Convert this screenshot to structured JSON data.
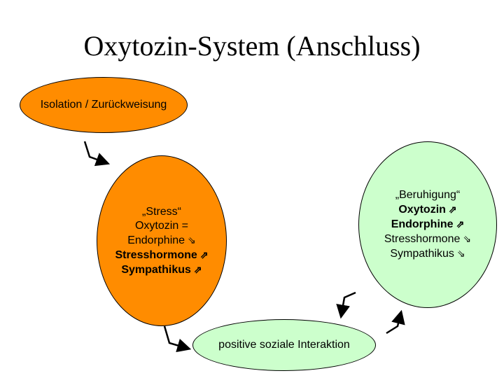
{
  "title": "Oxytozin-System (Anschluss)",
  "nodes": {
    "isolation": {
      "label": "Isolation / Zurückweisung"
    },
    "stress": {
      "lines": [
        {
          "text": "„Stress“",
          "arrow": "",
          "bold": false
        },
        {
          "text": "Oxytozin =",
          "arrow": "",
          "bold": false
        },
        {
          "text": "Endorphine",
          "arrow": "⇘",
          "bold": false
        },
        {
          "text": "Stresshormone",
          "arrow": "⇗",
          "bold": true
        },
        {
          "text": "Sympathikus",
          "arrow": "⇗",
          "bold": true
        }
      ]
    },
    "calm": {
      "lines": [
        {
          "text": "„Beruhigung“",
          "arrow": "",
          "bold": false
        },
        {
          "text": "Oxytozin",
          "arrow": "⇗",
          "bold": true
        },
        {
          "text": "Endorphine",
          "arrow": "⇗",
          "bold": true
        },
        {
          "text": "Stresshormone",
          "arrow": "⇘",
          "bold": false
        },
        {
          "text": "Sympathikus",
          "arrow": "⇘",
          "bold": false
        }
      ]
    },
    "positive": {
      "label": "positive soziale Interaktion"
    }
  },
  "colors": {
    "orange": "#ff8c00",
    "green": "#ccffcc"
  }
}
